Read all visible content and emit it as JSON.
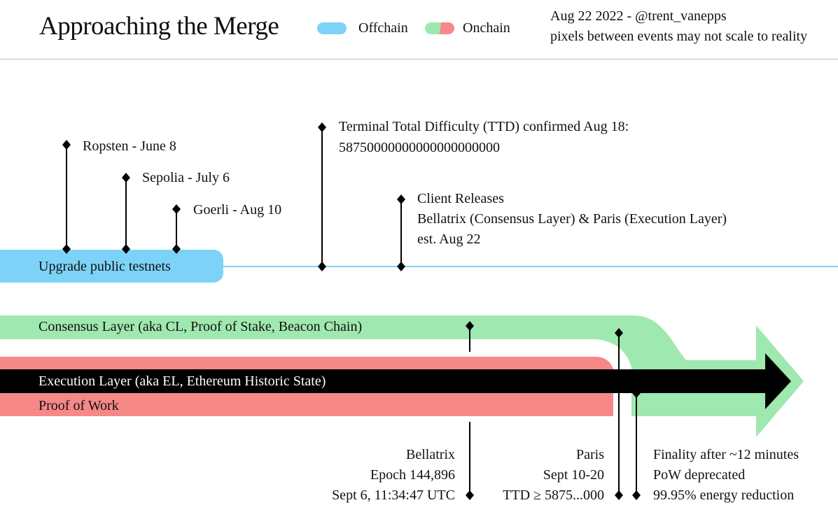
{
  "header": {
    "title": "Approaching the Merge",
    "legend": [
      {
        "label": "Offchain",
        "color": "#7dd3f7"
      },
      {
        "label": "Onchain",
        "colors": [
          "#9fe8b0",
          "#f78888"
        ]
      }
    ],
    "credit": "Aug 22 2022 - @trent_vanepps",
    "note": "pixels between events may not scale to reality"
  },
  "testnets": {
    "bar_label": "Upgrade public testnets",
    "events": [
      "Ropsten - June 8",
      "Sepolia - July 6",
      "Goerli - Aug 10"
    ]
  },
  "ttd": {
    "line1": "Terminal Total Difficulty (TTD) confirmed Aug 18:",
    "line2": "58750000000000000000000"
  },
  "client_releases": {
    "line1": "Client Releases",
    "line2": "Bellatrix (Consensus Layer) & Paris (Execution Layer)",
    "line3": "est. Aug 22"
  },
  "layers": {
    "consensus": "Consensus Layer (aka CL, Proof of Stake, Beacon Chain)",
    "execution": "Execution Layer (aka EL, Ethereum Historic State)",
    "pow": "Proof of Work"
  },
  "bellatrix": {
    "line1": "Bellatrix",
    "line2": "Epoch 144,896",
    "line3": "Sept 6, 11:34:47 UTC"
  },
  "paris": {
    "line1": "Paris",
    "line2": "Sept 10-20",
    "line3": "TTD ≥ 5875...000"
  },
  "finality": {
    "line1": "Finality after ~12 minutes",
    "line2": "PoW deprecated",
    "line3": "99.95% energy reduction"
  },
  "colors": {
    "offchain": "#7dd3f7",
    "consensus": "#9fe8b0",
    "pow": "#f78888",
    "execution": "#000000",
    "rule": "#bdbdbd"
  }
}
